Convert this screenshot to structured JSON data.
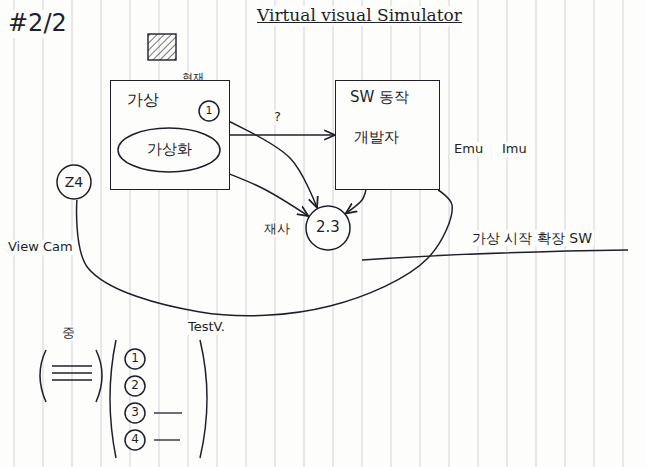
{
  "diagram": {
    "title": "Virtual visual Simulator",
    "nodes": [
      {
        "text": [
          "가상"
        ]
      },
      {
        "text": [
          "가상화"
        ],
        "in": 0
      },
      {
        "text": [
          "1"
        ]
      },
      {
        "text": [
          "Z4"
        ]
      },
      {
        "text": [
          "SW 동작",
          "개발자"
        ]
      },
      {
        "text": [
          "2.3"
        ]
      },
      {
        "text": [
          "1"
        ]
      },
      {
        "text": [
          "2"
        ]
      },
      {
        "text": [
          "3"
        ]
      },
      {
        "text": [
          "4"
        ]
      }
    ],
    "edges": [
      {
        "from": 0,
        "to": 4,
        "arrow": "to",
        "label": "?"
      },
      {
        "from": 2,
        "to": 5,
        "arrow": "to"
      },
      {
        "from": 4,
        "to": 5,
        "arrow": "to"
      },
      {
        "from": 1,
        "to": 5,
        "arrow": "to"
      },
      {
        "from": 3,
        "to": 4,
        "arrow": "none",
        "label": "TestV."
      }
    ],
    "labels": [
      "#2/2",
      "현재",
      "View Cam",
      "재사",
      "Emu",
      "Imu",
      "가상 시작 확장 SW",
      "중"
    ]
  }
}
